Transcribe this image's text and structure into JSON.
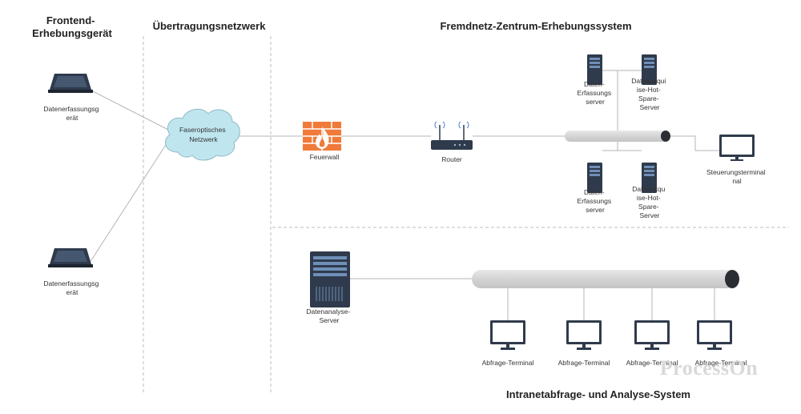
{
  "headers": {
    "frontend_line1": "Frontend-",
    "frontend_line2": "Erhebungsgerät",
    "transmission": "Übertragungsnetzwerk",
    "remote_center": "Fremdnetz-Zentrum-Erhebungssystem",
    "intranet": "Intranetabfrage- und Analyse-System"
  },
  "devices": {
    "collector_top": [
      "Datenerfassungsg",
      "erät"
    ],
    "collector_bottom": [
      "Datenerfassungsg",
      "erät"
    ],
    "cloud": [
      "Faseroptisches",
      "Netzwerk"
    ],
    "firewall": "Feuerwall",
    "router": "Router",
    "server_top_left": [
      "Daten-",
      "Erfassungs",
      "server"
    ],
    "server_top_right": [
      "Datenakqui",
      "ise-Hot-",
      "Spare-",
      "Server"
    ],
    "server_bottom_left": [
      "Daten-",
      "Erfassungs",
      "server"
    ],
    "server_bottom_right": [
      "Datenakqu",
      "ise-Hot-",
      "Spare-",
      "Server"
    ],
    "control_terminal": [
      "Steuerungsterminal",
      "nal"
    ],
    "analysis_server": [
      "Datenanalyse-",
      "Server"
    ],
    "query_terminals": [
      "Abfrage-Terminal",
      "Abfrage-Terminal",
      "Abfrage-Terminal",
      "Abfrage-Terminal"
    ]
  },
  "watermark": "ProcessOn",
  "colors": {
    "device_dark": "#2f3b4c",
    "cloud_fill": "#bfe6ef",
    "firewall": "#f07a3a",
    "bus_fill": "#d9d9d9",
    "line": "#b0b0b0",
    "divider": "#bcbcbc"
  }
}
